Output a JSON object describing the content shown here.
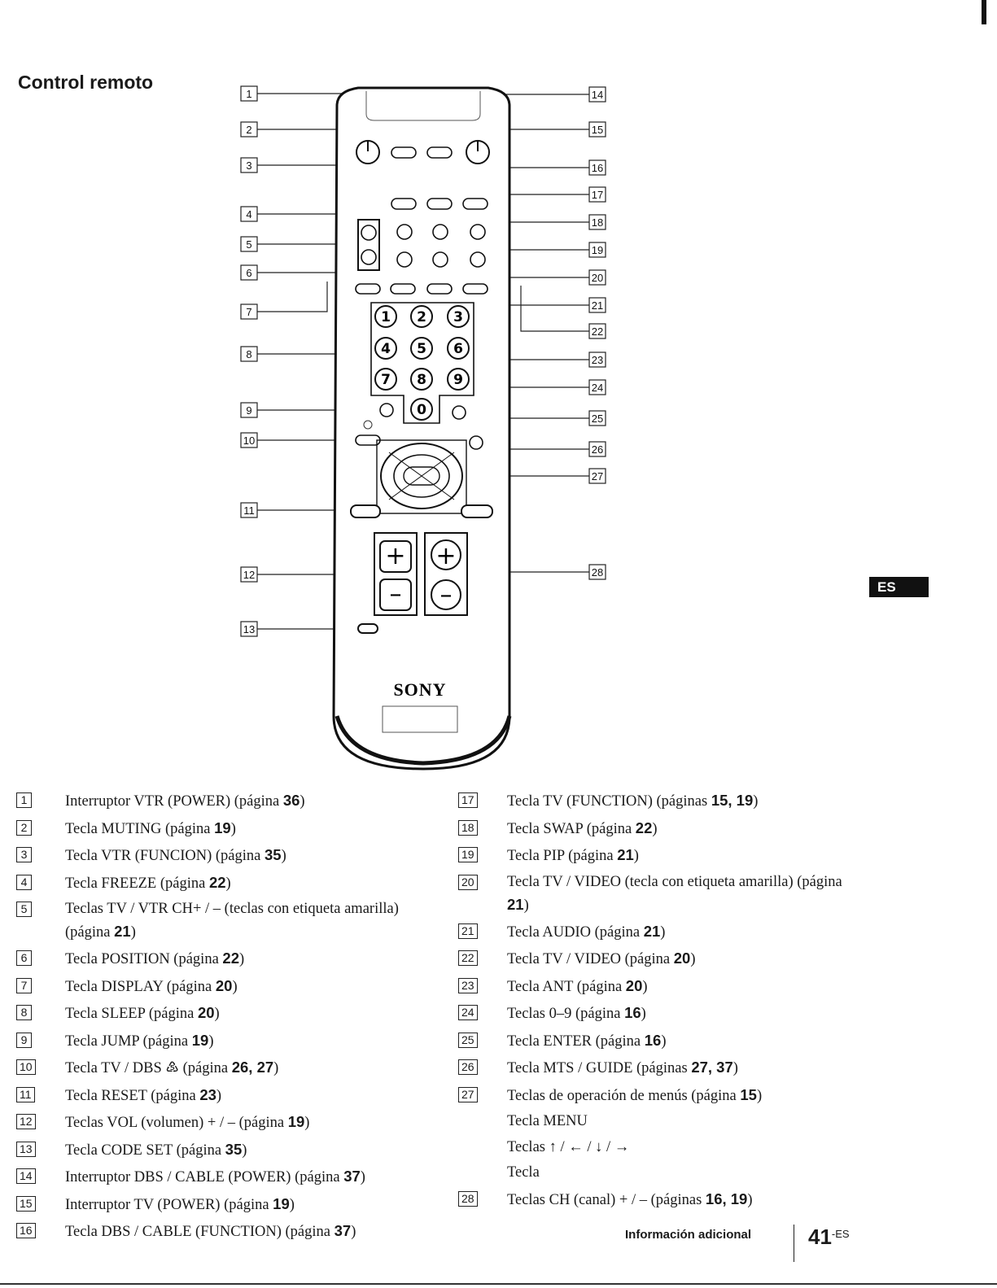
{
  "title": "Control remoto",
  "remote": {
    "brand": "SONY"
  },
  "callouts_left": [
    "1",
    "2",
    "3",
    "4",
    "5",
    "6",
    "7",
    "8",
    "9",
    "10",
    "11",
    "12",
    "13"
  ],
  "callouts_right": [
    "14",
    "15",
    "16",
    "17",
    "18",
    "19",
    "20",
    "21",
    "22",
    "23",
    "24",
    "25",
    "26",
    "27",
    "28"
  ],
  "legend_left": [
    {
      "num": "1",
      "text": "Interruptor VTR (POWER) (página ",
      "pages": "36",
      "suffix": ")"
    },
    {
      "num": "2",
      "text": "Tecla MUTING (página ",
      "pages": "19",
      "suffix": ")"
    },
    {
      "num": "3",
      "text": "Tecla VTR (FUNCION) (página ",
      "pages": "35",
      "suffix": ")"
    },
    {
      "num": "4",
      "text": "Tecla FREEZE (página ",
      "pages": "22",
      "suffix": ")"
    },
    {
      "num": "5",
      "text": "Teclas TV / VTR CH+ / – (teclas con etiqueta amarilla) (página ",
      "pages": "21",
      "suffix": ")"
    },
    {
      "num": "6",
      "text": "Tecla POSITION (página ",
      "pages": "22",
      "suffix": ")"
    },
    {
      "num": "7",
      "text": "Tecla DISPLAY (página ",
      "pages": "20",
      "suffix": ")"
    },
    {
      "num": "8",
      "text": "Tecla SLEEP (página ",
      "pages": "20",
      "suffix": ")"
    },
    {
      "num": "9",
      "text": "Tecla JUMP (página ",
      "pages": "19",
      "suffix": ")"
    },
    {
      "num": "10",
      "text": "Tecla TV / DBS ♷ (página ",
      "pages": "26, 27",
      "suffix": ")"
    },
    {
      "num": "11",
      "text": "Tecla RESET (página ",
      "pages": "23",
      "suffix": ")"
    },
    {
      "num": "12",
      "text": "Teclas VOL (volumen) + / – (página ",
      "pages": "19",
      "suffix": ")"
    },
    {
      "num": "13",
      "text": "Tecla CODE SET (página ",
      "pages": "35",
      "suffix": ")"
    },
    {
      "num": "14",
      "text": "Interruptor DBS / CABLE (POWER) (página ",
      "pages": "37",
      "suffix": ")"
    },
    {
      "num": "15",
      "text": "Interruptor TV (POWER) (página ",
      "pages": "19",
      "suffix": ")"
    },
    {
      "num": "16",
      "text": "Tecla DBS / CABLE (FUNCTION) (página ",
      "pages": "37",
      "suffix": ")"
    }
  ],
  "legend_right": [
    {
      "num": "17",
      "text": "Tecla TV (FUNCTION) (páginas ",
      "pages": "15, 19",
      "suffix": ")"
    },
    {
      "num": "18",
      "text": "Tecla SWAP (página ",
      "pages": "22",
      "suffix": ")"
    },
    {
      "num": "19",
      "text": "Tecla PIP (página ",
      "pages": "21",
      "suffix": ")"
    },
    {
      "num": "20",
      "text": "Tecla TV / VIDEO (tecla con etiqueta amarilla) (página ",
      "pages": "21",
      "suffix": ")"
    },
    {
      "num": "21",
      "text": "Tecla AUDIO (página ",
      "pages": "21",
      "suffix": ")"
    },
    {
      "num": "22",
      "text": "Tecla TV / VIDEO (página ",
      "pages": "20",
      "suffix": ")"
    },
    {
      "num": "23",
      "text": "Tecla ANT (página ",
      "pages": "20",
      "suffix": ")"
    },
    {
      "num": "24",
      "text": "Teclas 0–9 (página ",
      "pages": "16",
      "suffix": ")"
    },
    {
      "num": "25",
      "text": "Tecla ENTER (página ",
      "pages": "16",
      "suffix": ")"
    },
    {
      "num": "26",
      "text": "Tecla MTS / GUIDE (páginas ",
      "pages": "27, 37",
      "suffix": ")"
    },
    {
      "num": "27",
      "text": "Teclas de operación de menús (página ",
      "pages": "15",
      "suffix": ")"
    },
    {
      "num": "",
      "text": "Tecla MENU",
      "pages": "",
      "suffix": ""
    },
    {
      "num": "",
      "text": "Teclas ↑ / ← / ↓ / →",
      "pages": "",
      "suffix": ""
    },
    {
      "num": "",
      "text": "Tecla",
      "pages": "",
      "suffix": ""
    },
    {
      "num": "28",
      "text": "Teclas CH (canal) + / – (páginas ",
      "pages": "16, 19",
      "suffix": ")"
    }
  ],
  "lang_tab": "ES",
  "footer": {
    "section": "Información adicional",
    "page": "41",
    "page_suffix": "-ES"
  }
}
